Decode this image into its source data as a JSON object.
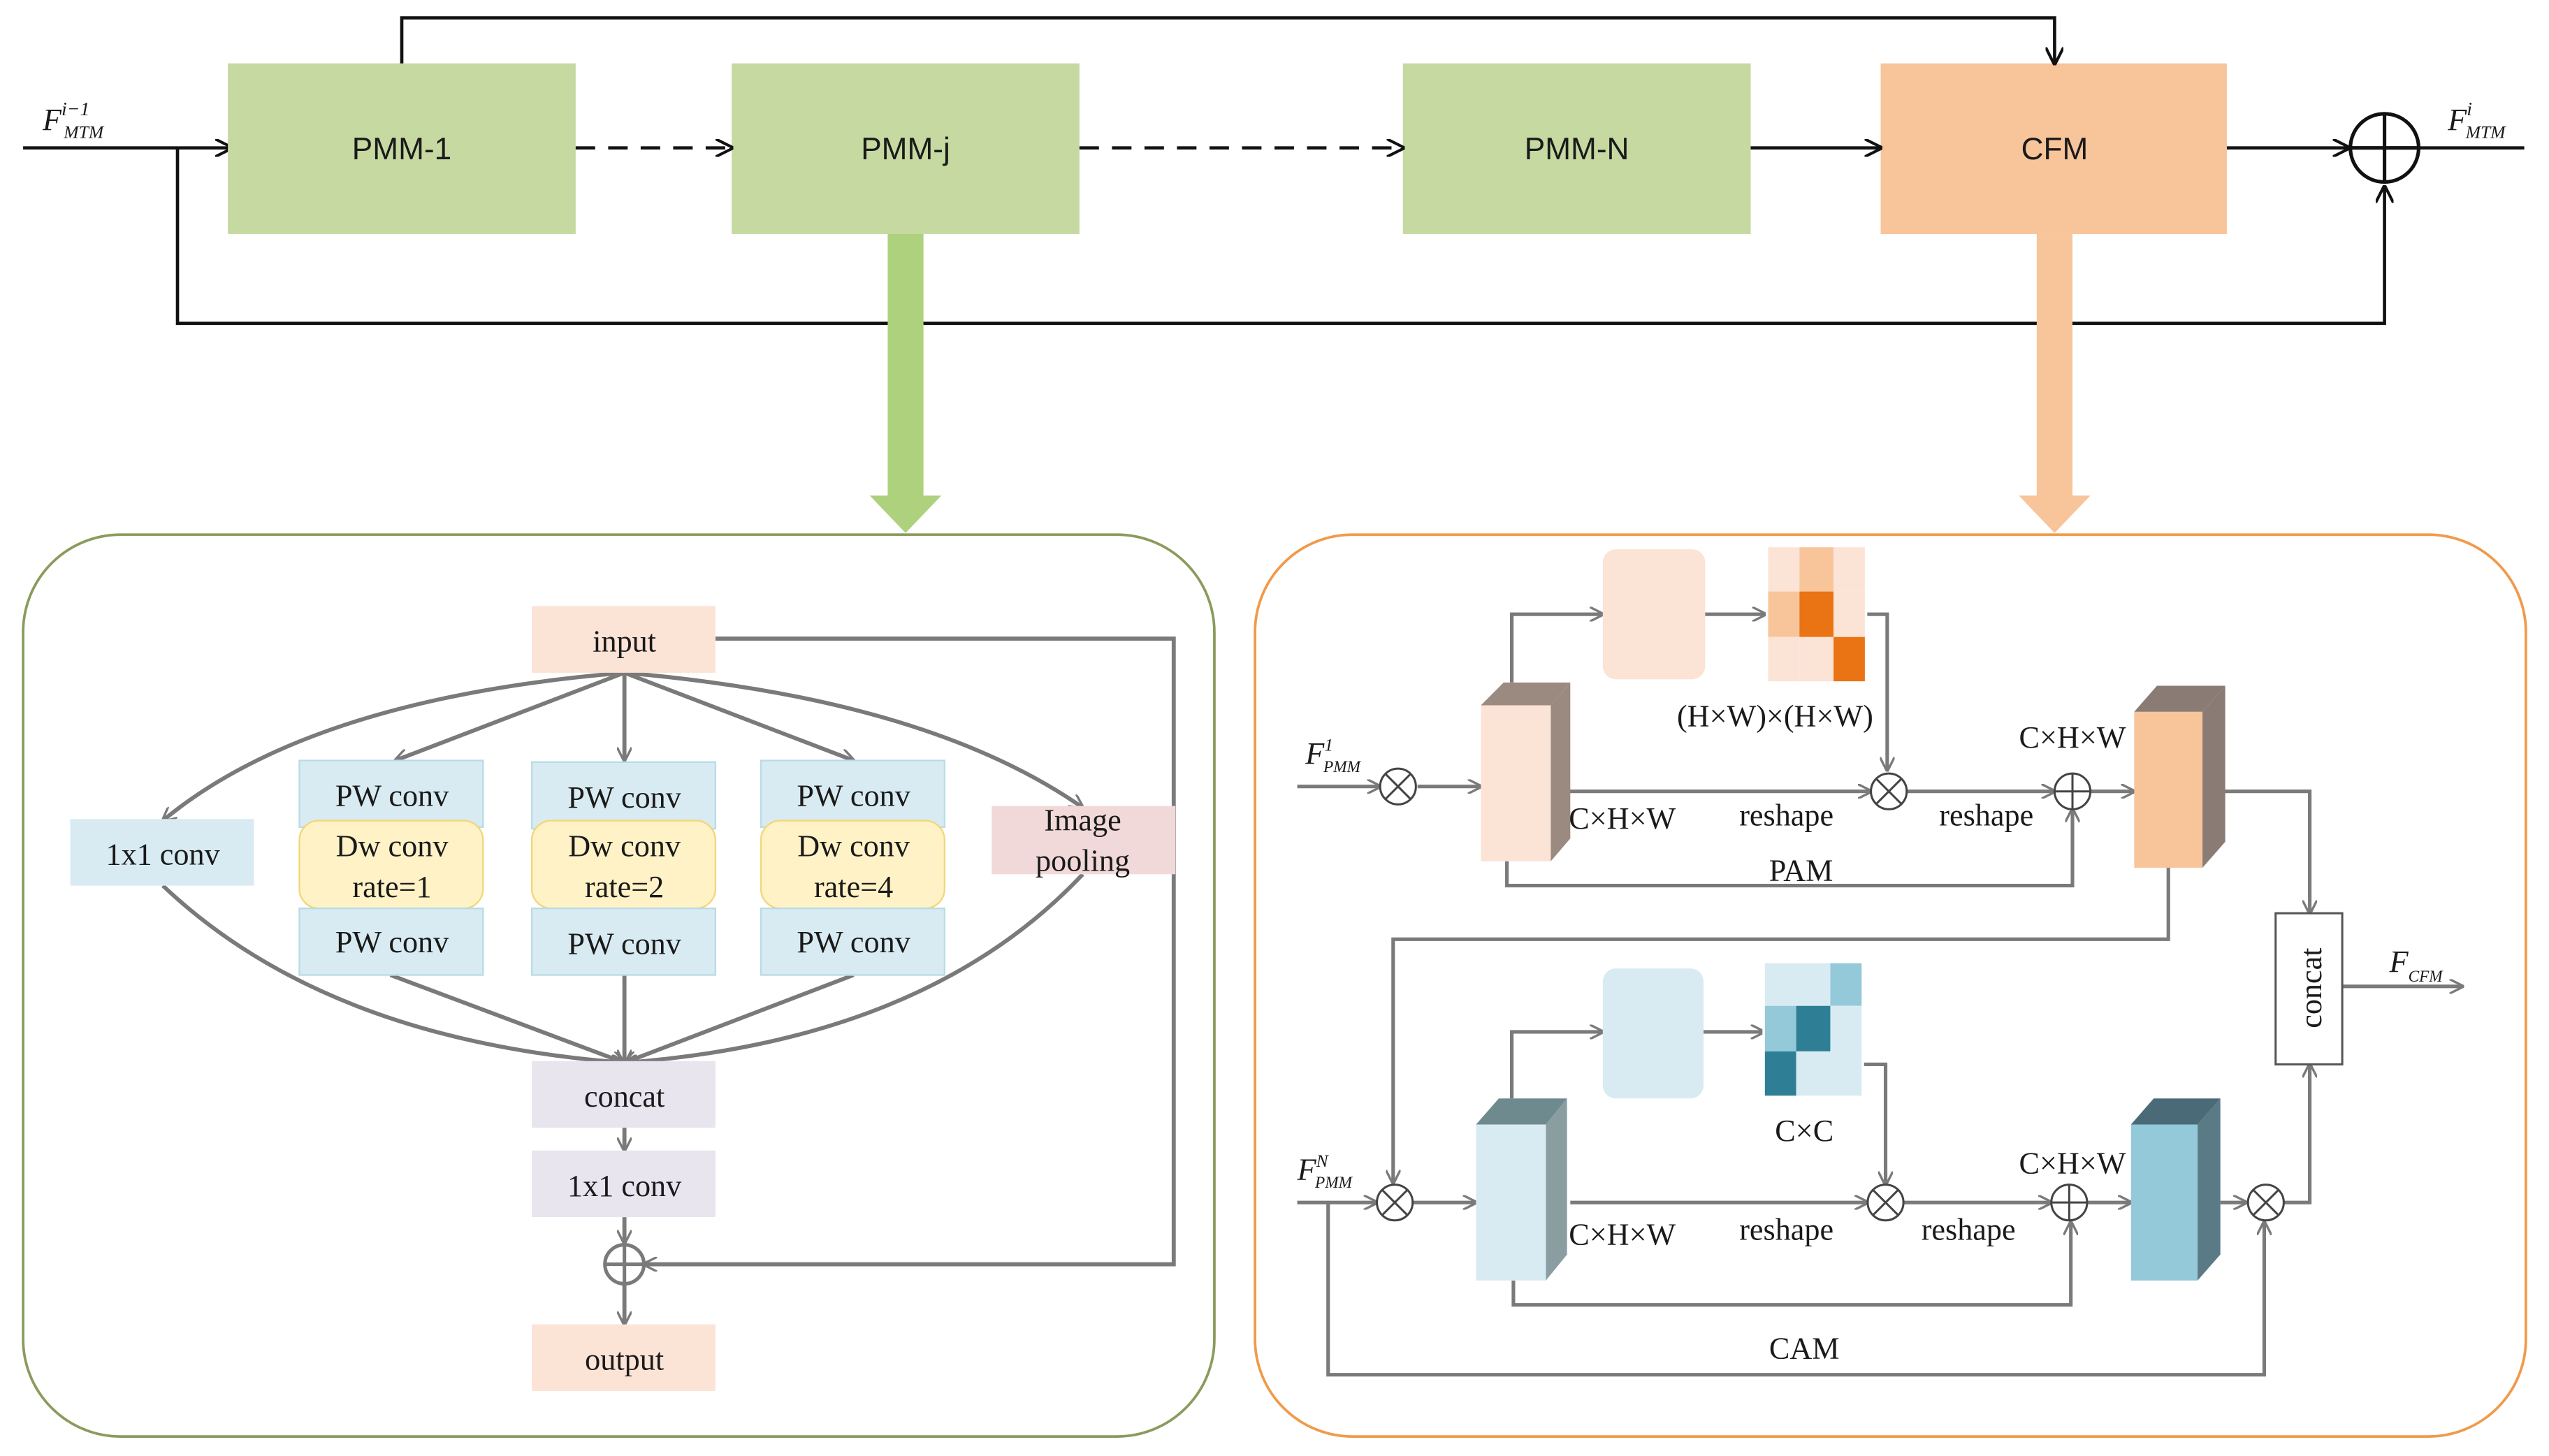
{
  "top_flow": {
    "input_label": "F",
    "input_sup": "i−1",
    "input_sub": "MTM",
    "output_label": "F",
    "output_sup": "i",
    "output_sub": "MTM",
    "blocks": [
      "PMM-1",
      "PMM-j",
      "PMM-N",
      "CFM"
    ]
  },
  "pmm_detail": {
    "input": "input",
    "branch_1x1": "1x1 conv",
    "branches": [
      {
        "pw_top": "PW conv",
        "dw_line1": "Dw conv",
        "dw_line2": "rate=1",
        "pw_bottom": "PW conv"
      },
      {
        "pw_top": "PW conv",
        "dw_line1": "Dw conv",
        "dw_line2": "rate=2",
        "pw_bottom": "PW conv"
      },
      {
        "pw_top": "PW conv",
        "dw_line1": "Dw conv",
        "dw_line2": "rate=4",
        "pw_bottom": "PW conv"
      }
    ],
    "image_pooling_line1": "Image",
    "image_pooling_line2": "pooling",
    "concat": "concat",
    "conv_after": "1x1 conv",
    "output": "output"
  },
  "cfm_detail": {
    "pam": {
      "input_label": "F",
      "input_sup": "1",
      "input_sub": "PMM",
      "attn_size": "(H×W)×(H×W)",
      "feat_size": "C×H×W",
      "reshape_left": "reshape",
      "reshape_right": "reshape",
      "out_size": "C×H×W",
      "name": "PAM"
    },
    "cam": {
      "input_label": "F",
      "input_sup": "N",
      "input_sub": "PMM",
      "attn_size": "C×C",
      "feat_size": "C×H×W",
      "reshape_left": "reshape",
      "reshape_right": "reshape",
      "out_size": "C×H×W",
      "name": "CAM"
    },
    "concat": "concat",
    "output_label": "F",
    "output_sub": "CFM"
  },
  "colors": {
    "pmm_green": "#c5d9a1",
    "cfm_orange": "#f8c49a",
    "pw_blue": "#d9ebf2",
    "dw_yellow": "#fff2c6",
    "input_peach": "#fbe3d6",
    "pooling_pink": "#f2d9d9",
    "concat_lavender": "#e8e5ef",
    "pam_border": "#7f9b4c",
    "cfm_border": "#f09a4a",
    "line_gray": "#7a7a7a"
  }
}
